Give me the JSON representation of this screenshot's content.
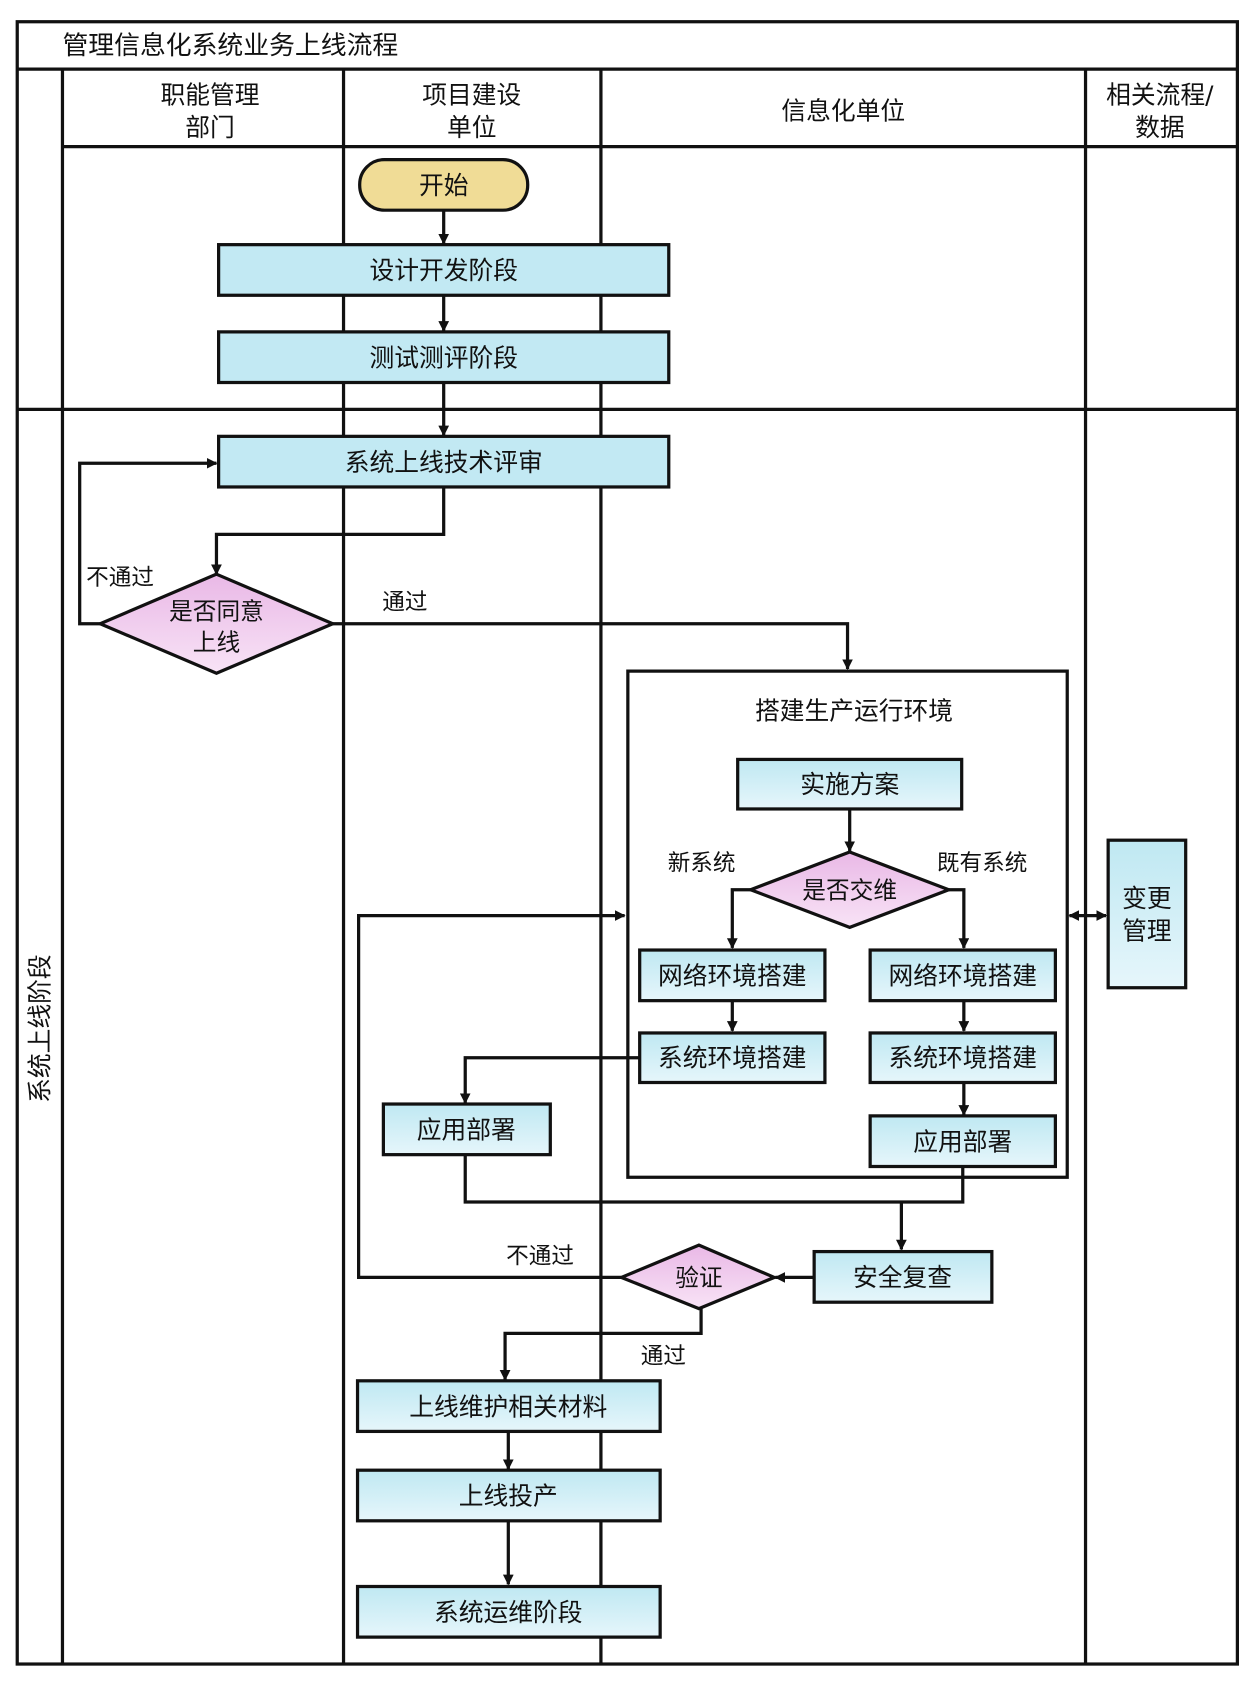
{
  "title": "管理信息化系统业务上线流程",
  "lanes": {
    "functional": [
      "职能管理",
      "部门"
    ],
    "project": [
      "项目建设",
      "单位"
    ],
    "it_unit": "信息化单位",
    "related": [
      "相关流程/",
      "数据"
    ]
  },
  "phase_label": "系统上线阶段",
  "nodes": {
    "start": "开始",
    "design_dev": "设计开发阶段",
    "test_eval": "测试测评阶段",
    "tech_review": "系统上线技术评审",
    "agree_online": [
      "是否同意",
      "上线"
    ],
    "build_env_title": "搭建生产运行环境",
    "impl_plan": "实施方案",
    "handover": "是否交维",
    "new_sys": "新系统",
    "existing_sys": "既有系统",
    "net_env_new": "网络环境搭建",
    "net_env_existing": "网络环境搭建",
    "sys_env_new": "系统环境搭建",
    "sys_env_existing": "系统环境搭建",
    "app_deploy_project": "应用部署",
    "app_deploy_it": "应用部署",
    "change_mgmt": [
      "变更",
      "管理"
    ],
    "security_review": "安全复查",
    "verify": "验证",
    "materials": "上线维护相关材料",
    "go_live": "上线投产",
    "ops_phase": "系统运维阶段"
  },
  "edge_labels": {
    "reject_1": "不通过",
    "pass_1": "通过",
    "reject_2": "不通过",
    "pass_2": "通过"
  },
  "colors": {
    "process_fill_top": "#bfe8f2",
    "process_fill_bottom": "#e6f6fb",
    "decision_fill_top": "#e9b8e6",
    "decision_fill_bottom": "#f8e3f6",
    "start_fill": "#f0dc96",
    "stroke": "#111111"
  }
}
